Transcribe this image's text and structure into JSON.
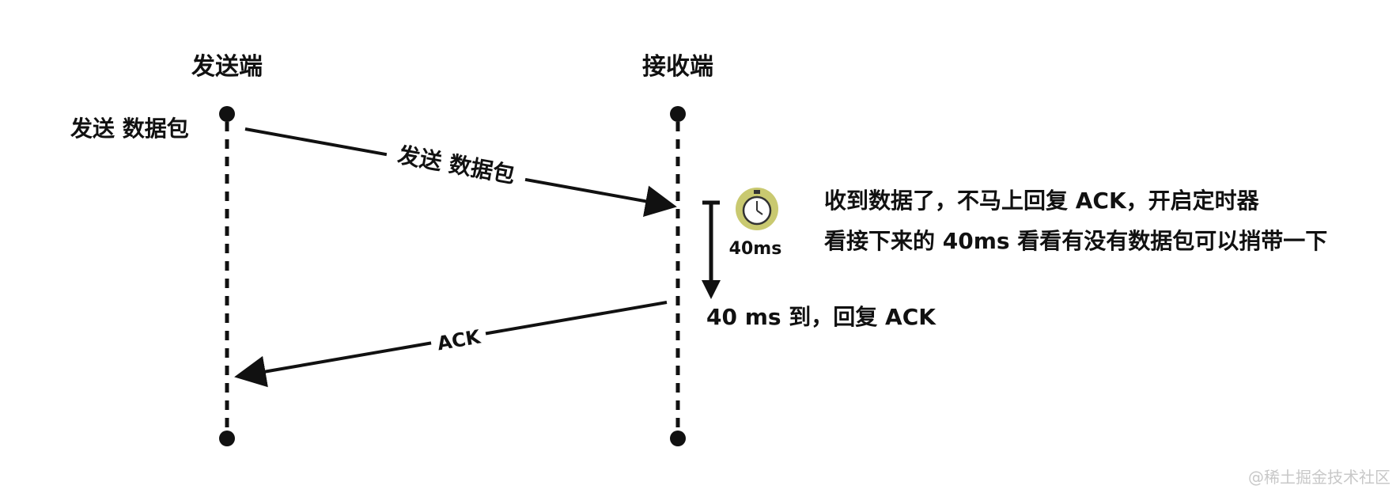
{
  "sender": {
    "title": "发送端",
    "start_label": "发送 数据包"
  },
  "receiver": {
    "title": "接收端"
  },
  "messages": {
    "data_packet_label": "发送 数据包",
    "ack_label": "ACK"
  },
  "timer": {
    "icon": "stopwatch-icon",
    "duration_label": "40ms",
    "expired_label": "40 ms 到，回复 ACK",
    "icon_color": "#c9c970"
  },
  "note": {
    "line1": "收到数据了，不马上回复 ACK，开启定时器",
    "line2": "看接下来的 40ms 看看有没有数据包可以捎带一下"
  },
  "watermark": "@稀土掘金技术社区"
}
